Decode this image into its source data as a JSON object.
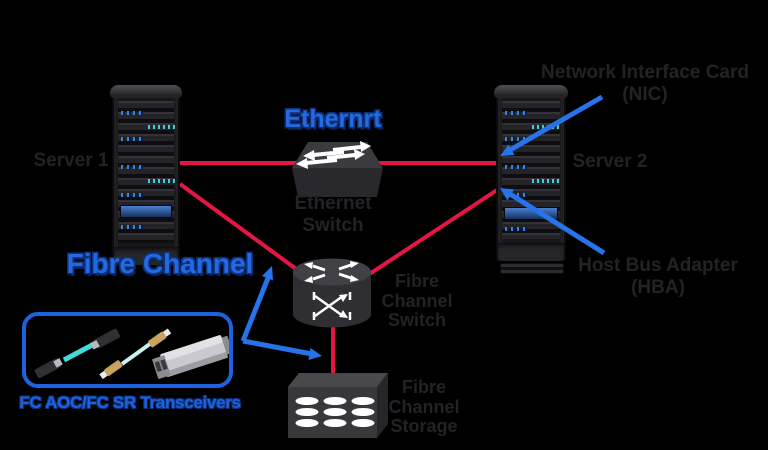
{
  "diagram": {
    "title_ethernet": "Ethernrt",
    "title_fibre_channel": "Fibre Channel",
    "nodes": {
      "server1": {
        "label": "Server 1"
      },
      "server2": {
        "label": "Server 2"
      },
      "ethernet_switch": {
        "line1": "Ethernet",
        "line2": "Switch"
      },
      "fc_switch": {
        "line1": "Fibre",
        "line2": "Channel",
        "line3": "Switch"
      },
      "fc_storage": {
        "line1": "Fibre",
        "line2": "Channel",
        "line3": "Storage"
      },
      "nic": {
        "line1": "Network Interface Card",
        "line2": "(NIC)"
      },
      "hba": {
        "line1": "Host Bus Adapter",
        "line2": "(HBA)"
      },
      "transceivers": {
        "label": "FC AOC/FC SR Transceivers"
      }
    },
    "icons": {
      "ethernet_switch": "switch-3d-box-with-crossing-arrows",
      "fc_switch": "cylinder-switch-with-arrows",
      "fc_storage": "box-with-three-database-stacks",
      "transceivers": "aoc-cables-and-sfp-module"
    },
    "colors": {
      "background": "#000000",
      "red_link": "#e51641",
      "blue_arrow": "#2673ea",
      "blue_text": "#2569e2",
      "blue_box_border": "#1e62e0",
      "dim_text": "#232327"
    }
  }
}
